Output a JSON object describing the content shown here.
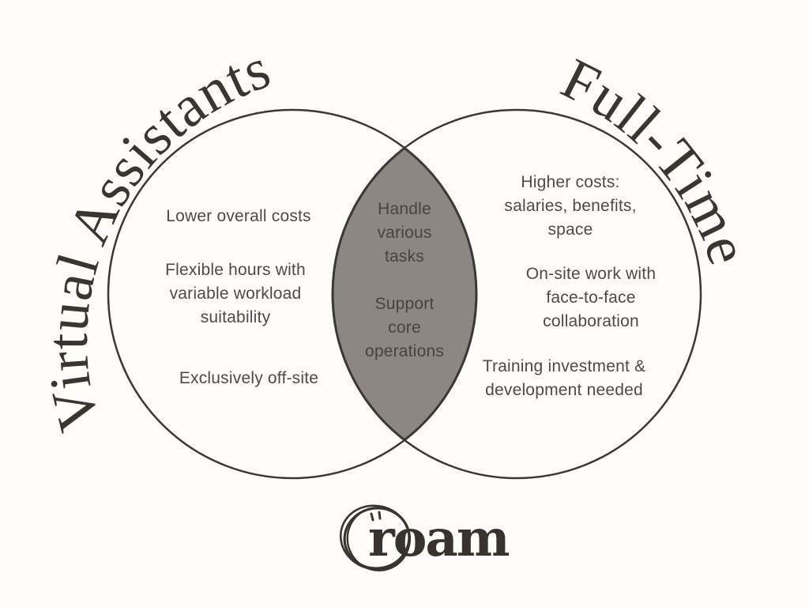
{
  "diagram": {
    "left": {
      "title": "Virtual Assistants",
      "items": [
        "Lower overall costs",
        "Flexible hours with\nvariable workload\nsuitability",
        "Exclusively off-site"
      ]
    },
    "overlap": {
      "items": [
        "Handle\nvarious\ntasks",
        "Support\ncore\noperations"
      ]
    },
    "right": {
      "title": "Full-Time",
      "items": [
        "Higher costs:\nsalaries, benefits,\nspace",
        "On-site work with\nface-to-face\ncollaboration",
        "Training investment &\ndevelopment needed"
      ]
    },
    "colors": {
      "background": "#fffefb",
      "circle_stroke": "#3b3734",
      "overlap_fill": "#8c8782",
      "title_text": "#3a3531",
      "body_text": "#4d4946",
      "logo_text": "#38332f"
    }
  },
  "logo": {
    "text": "roam"
  }
}
